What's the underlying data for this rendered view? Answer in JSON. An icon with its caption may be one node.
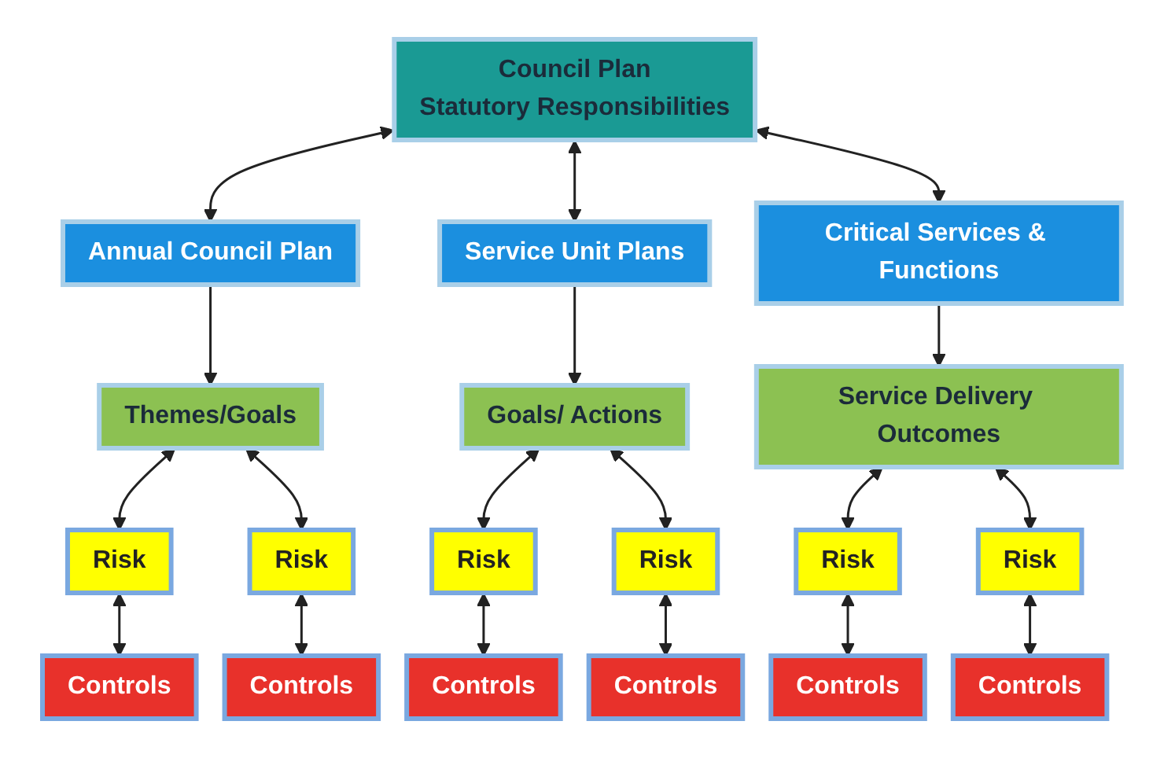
{
  "diagram": {
    "nodes": [
      {
        "text": [
          "Council Plan",
          "Statutory Responsibilities"
        ]
      },
      {
        "text": [
          "Annual Council Plan"
        ]
      },
      {
        "text": [
          "Service Unit Plans"
        ]
      },
      {
        "text": [
          "Critical Services & Functions"
        ]
      },
      {
        "text": [
          "Themes/Goals"
        ]
      },
      {
        "text": [
          "Goals/ Actions"
        ]
      },
      {
        "text": [
          "Service Delivery Outcomes"
        ]
      },
      {
        "text": [
          "Risk"
        ]
      },
      {
        "text": [
          "Risk"
        ]
      },
      {
        "text": [
          "Risk"
        ]
      },
      {
        "text": [
          "Risk"
        ]
      },
      {
        "text": [
          "Risk"
        ]
      },
      {
        "text": [
          "Risk"
        ]
      },
      {
        "text": [
          "Controls"
        ]
      },
      {
        "text": [
          "Controls"
        ]
      },
      {
        "text": [
          "Controls"
        ]
      },
      {
        "text": [
          "Controls"
        ]
      },
      {
        "text": [
          "Controls"
        ]
      },
      {
        "text": [
          "Controls"
        ]
      }
    ],
    "edges": [
      {
        "from": 0,
        "to": 1,
        "arrow": "both"
      },
      {
        "from": 0,
        "to": 2,
        "arrow": "both"
      },
      {
        "from": 0,
        "to": 3,
        "arrow": "both"
      },
      {
        "from": 1,
        "to": 4,
        "arrow": "to"
      },
      {
        "from": 2,
        "to": 5,
        "arrow": "to"
      },
      {
        "from": 3,
        "to": 6,
        "arrow": "to"
      },
      {
        "from": 4,
        "to": 7,
        "arrow": "both"
      },
      {
        "from": 4,
        "to": 8,
        "arrow": "both"
      },
      {
        "from": 5,
        "to": 9,
        "arrow": "both"
      },
      {
        "from": 5,
        "to": 10,
        "arrow": "both"
      },
      {
        "from": 6,
        "to": 11,
        "arrow": "both"
      },
      {
        "from": 6,
        "to": 12,
        "arrow": "both"
      },
      {
        "from": 7,
        "to": 13,
        "arrow": "both"
      },
      {
        "from": 8,
        "to": 14,
        "arrow": "both"
      },
      {
        "from": 9,
        "to": 15,
        "arrow": "both"
      },
      {
        "from": 10,
        "to": 16,
        "arrow": "both"
      },
      {
        "from": 11,
        "to": 17,
        "arrow": "both"
      },
      {
        "from": 12,
        "to": 18,
        "arrow": "both"
      }
    ]
  }
}
